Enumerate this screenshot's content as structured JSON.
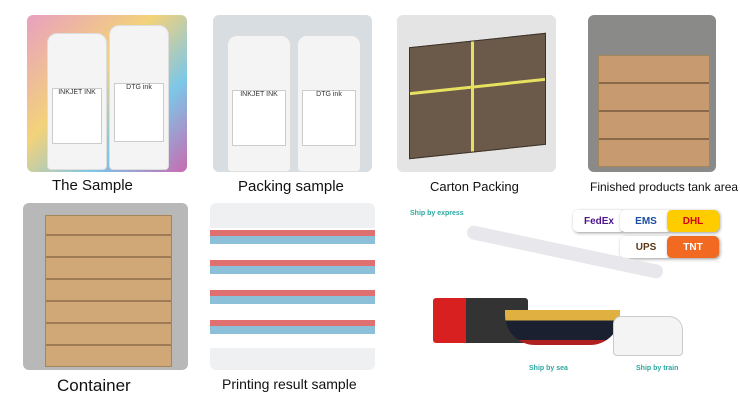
{
  "captions": {
    "sample": "The Sample",
    "packing": "Packing sample",
    "carton": "Carton Packing",
    "finished": "Finished products tank area",
    "container": "Container",
    "printing": "Printing result sample"
  },
  "shipping": {
    "express": "Ship by express",
    "sea": "Ship by sea",
    "train": "Ship by train",
    "carriers": [
      "FedEx",
      "EMS",
      "DHL",
      "UPS",
      "TNT"
    ]
  },
  "bottle_labels": {
    "inkjet": "INKJET INK",
    "dtg": "DTG ink"
  }
}
